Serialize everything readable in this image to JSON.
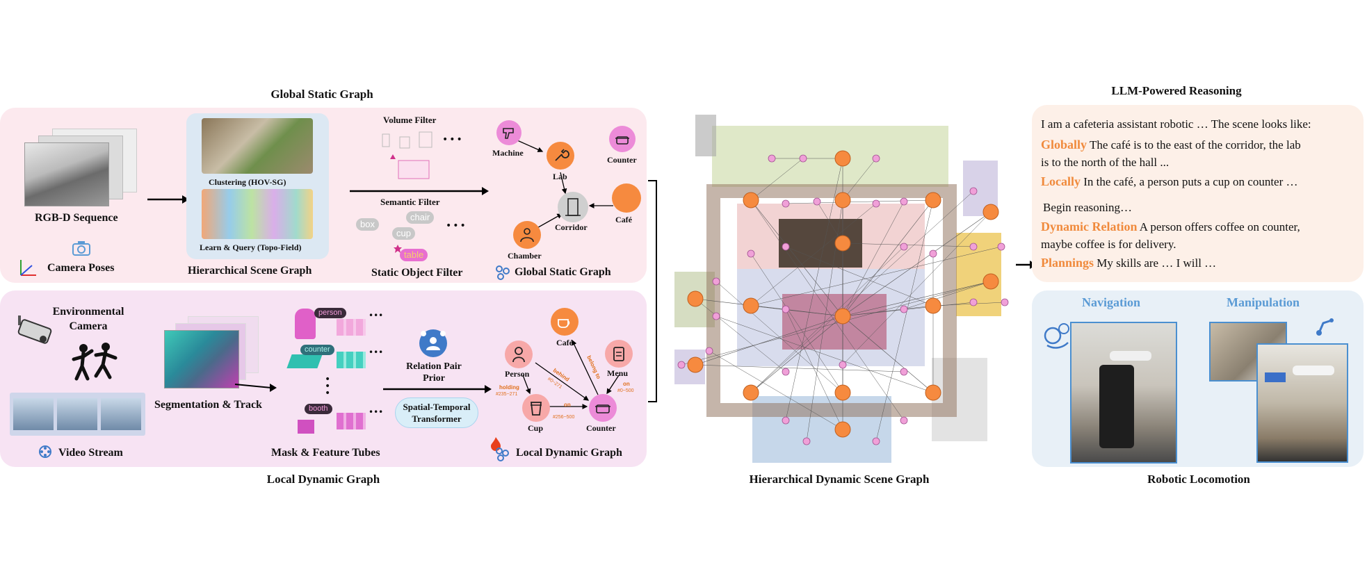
{
  "global_static": {
    "title": "Global Static Graph",
    "rgbd_label": "RGB-D Sequence",
    "camera_poses_label": "Camera Poses",
    "clustering_label": "Clustering (HOV-SG)",
    "learn_query_label": "Learn & Query (Topo-Field)",
    "hsg_label": "Hierarchical Scene Graph",
    "volume_filter": "Volume Filter",
    "semantic_filter": "Semantic Filter",
    "static_object_filter": "Static Object Filter",
    "tags": [
      "box",
      "chair",
      "cup",
      "table"
    ],
    "dots": "•••",
    "graph_title": "Global Static Graph",
    "nodes": [
      "Machine",
      "Counter",
      "Lab",
      "Corridor",
      "Café",
      "Chamber"
    ]
  },
  "local_dynamic": {
    "title": "Local Dynamic Graph",
    "env_camera": "Environmental Camera",
    "video_stream": "Video Stream",
    "seg_track": "Segmentation & Track",
    "mask_tubes": "Mask & Feature Tubes",
    "tube_tags": [
      "person",
      "counter",
      "booth"
    ],
    "relation_prior": "Relation Pair Prior",
    "transformer": "Spatial-Temporal Transformer",
    "graph_title": "Local Dynamic Graph",
    "nodes": [
      "Person",
      "Café",
      "Menu",
      "Cup",
      "Counter"
    ],
    "edges": [
      {
        "label": "holding",
        "range": "#235~271"
      },
      {
        "label": "behind",
        "range": "#0~271"
      },
      {
        "label": "belong to",
        "range": ""
      },
      {
        "label": "on",
        "range": "#0~500"
      },
      {
        "label": "on",
        "range": "#256~500"
      }
    ]
  },
  "middle": {
    "title": "Hierarchical  Dynamic Scene Graph"
  },
  "reasoning": {
    "title": "LLM-Powered Reasoning",
    "line1": "I am a cafeteria assistant robotic … The scene looks like:",
    "globally_kw": "Globally",
    "globally_text": " The café is to the east of the corridor, the lab",
    "globally_text2": "is to the north of the hall ...",
    "locally_kw": "Locally",
    "locally_text": " In the café, a person puts a cup on counter …",
    "begin": "Begin reasoning…",
    "dynamic_kw": "Dynamic Relation",
    "dynamic_text": " A person offers coffee on counter,",
    "dynamic_text2": "maybe coffee is for delivery.",
    "plannings_kw": "Plannings",
    "plannings_text": " My skills are … I will …"
  },
  "robot": {
    "navigation": "Navigation",
    "manipulation": "Manipulation",
    "title": "Robotic Locomotion"
  },
  "colors": {
    "orange": "#f68a3f",
    "pink_node": "#f0a0d8",
    "salmon_node": "#f7a8a0",
    "blue_title": "#5b9bd5",
    "panel_top": "#fce9ee",
    "panel_bottom": "#f7e3f3"
  }
}
